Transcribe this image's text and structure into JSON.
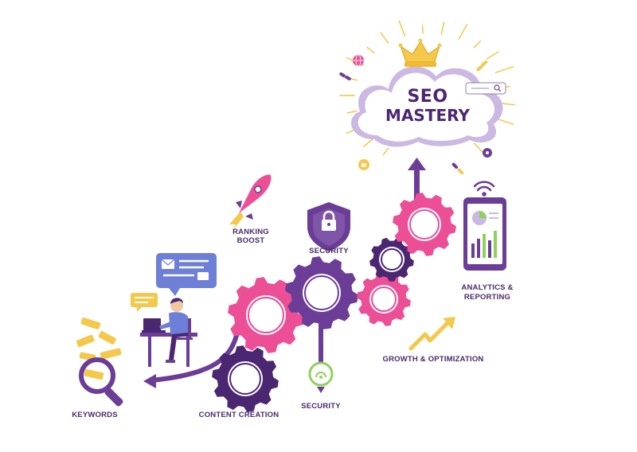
{
  "title": {
    "line1": "SEO",
    "line2": "MASTERY"
  },
  "labels": {
    "keywords": "KEYWORDS",
    "content_creation": "CONTENT CREATION",
    "security_bottom": "SECURITY",
    "security_top": "SECURITY",
    "ranking_boost_1": "RANKING",
    "ranking_boost_2": "BOOST",
    "growth": "GROWTH & OPTIMIZATION",
    "analytics_1": "ANALYTICS &",
    "analytics_2": "REPORTING"
  },
  "colors": {
    "purple": "#6b3d96",
    "purple_dark": "#4b2772",
    "pink": "#ec4f95",
    "yellow": "#f4c84a",
    "light_purple": "#cbb8e3",
    "lavender": "#e9defa",
    "blue": "#6d7fd6"
  },
  "icons": [
    "crown-icon",
    "search-bar-icon",
    "rocket-icon",
    "shield-lock-icon",
    "smartphone-chart-icon",
    "wifi-icon",
    "magnifier-icon",
    "laptop-icon",
    "email-icon",
    "chat-bubble-icon",
    "growth-arrow-icon",
    "link-icon",
    "globe-icon",
    "lightbulb-icon",
    "gear-icon"
  ]
}
